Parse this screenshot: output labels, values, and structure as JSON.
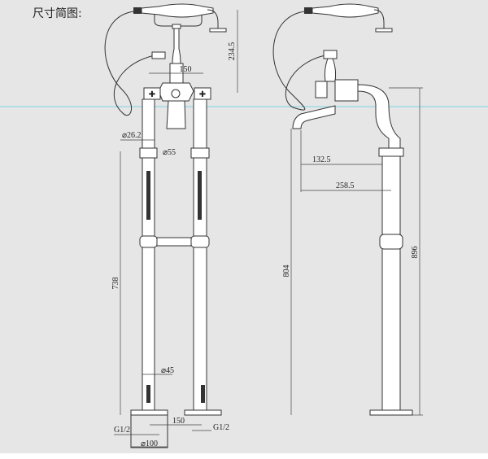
{
  "title": "尺寸简图:",
  "front_view": {
    "dim_height_handshower": "234.5",
    "dim_spacing_top": "150",
    "dim_pipe_dia": "⌀26.2",
    "dim_flange_dia": "⌀55",
    "dim_leg_height": "738",
    "dim_lower_dia": "⌀45",
    "dim_spacing_bottom": "150",
    "dim_thread_left": "G1/2",
    "dim_thread_right": "G1/2",
    "dim_base_dia": "⌀100"
  },
  "side_view": {
    "dim_spout_reach": "132.5",
    "dim_total_reach": "258.5",
    "dim_spout_height": "804",
    "dim_total_height": "896"
  },
  "colors": {
    "background": "#e6e6e6",
    "guide_line": "#7fd3e6",
    "stroke": "#333333"
  }
}
